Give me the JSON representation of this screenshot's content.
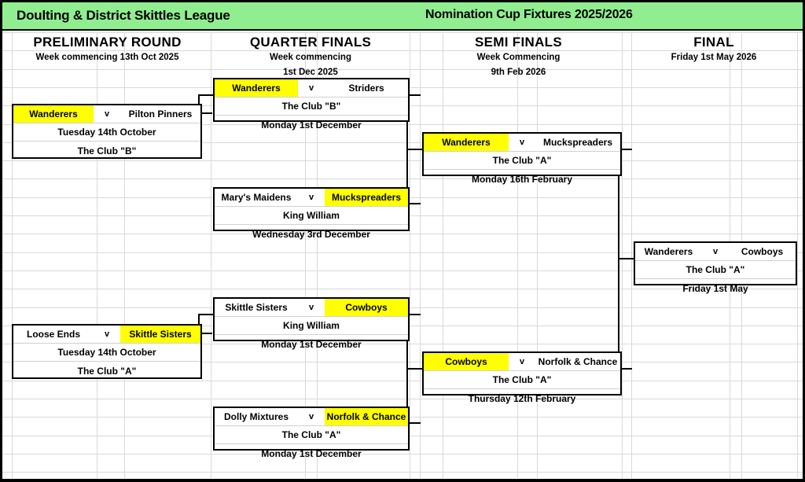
{
  "banner": {
    "league_name": "Doulting & District Skittles League",
    "competition": "Nomination Cup Fixtures 2025/2026",
    "background_color": "#90ee90"
  },
  "highlight_color": "#ffff00",
  "rounds": [
    {
      "id": "preliminary",
      "title": "PRELIMINARY ROUND",
      "subtitle_line1": "Week commencing 13th Oct 2025",
      "subtitle_line2": ""
    },
    {
      "id": "quarter-finals",
      "title": "QUARTER FINALS",
      "subtitle_line1": "Week commencing",
      "subtitle_line2": "1st Dec 2025"
    },
    {
      "id": "semi-finals",
      "title": "SEMI FINALS",
      "subtitle_line1": "Week Commencing",
      "subtitle_line2": "9th Feb 2026"
    },
    {
      "id": "final",
      "title": "FINAL",
      "subtitle_line1": "Friday 1st May 2026",
      "subtitle_line2": ""
    }
  ],
  "matches": {
    "prelim_1": {
      "team_a": "Wanderers",
      "team_b": "Pilton Pinners",
      "vs": "v",
      "winner": "a",
      "line2": "Tuesday 14th October",
      "line3": "The Club \"B\""
    },
    "prelim_2": {
      "team_a": "Loose Ends",
      "team_b": "Skittle Sisters",
      "vs": "v",
      "winner": "b",
      "line2": "Tuesday 14th October",
      "line3": "The Club \"A\""
    },
    "qf_1": {
      "team_a": "Wanderers",
      "team_b": "Striders",
      "vs": "v",
      "winner": "a",
      "line2": "The Club \"B\"",
      "line3": "Monday 1st December"
    },
    "qf_2": {
      "team_a": "Mary's Maidens",
      "team_b": "Muckspreaders",
      "vs": "v",
      "winner": "b",
      "line2": "King William",
      "line3": "Wednesday 3rd December"
    },
    "qf_3": {
      "team_a": "Skittle Sisters",
      "team_b": "Cowboys",
      "vs": "v",
      "winner": "b",
      "line2": "King William",
      "line3": "Monday 1st December"
    },
    "qf_4": {
      "team_a": "Dolly Mixtures",
      "team_b": "Norfolk & Chance",
      "vs": "v",
      "winner": "b",
      "line2": "The Club \"A\"",
      "line3": "Monday 1st December"
    },
    "sf_1": {
      "team_a": "Wanderers",
      "team_b": "Muckspreaders",
      "vs": "v",
      "winner": "a",
      "line2": "The Club \"A\"",
      "line3": "Monday 16th February"
    },
    "sf_2": {
      "team_a": "Cowboys",
      "team_b": "Norfolk & Chance",
      "vs": "v",
      "winner": "a",
      "line2": "The Club \"A\"",
      "line3": "Thursday 12th February"
    },
    "final_1": {
      "team_a": "Wanderers",
      "team_b": "Cowboys",
      "vs": "v",
      "winner": "none",
      "line2": "The Club \"A\"",
      "line3": "Friday 1st May"
    }
  }
}
